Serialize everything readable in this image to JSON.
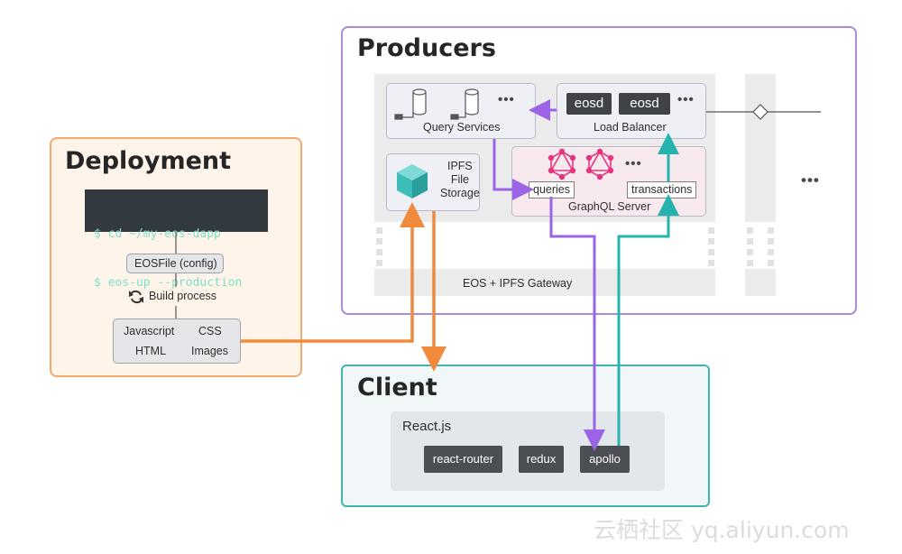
{
  "producers": {
    "title": "Producers",
    "query_services_label": "Query Services",
    "load_balancer_label": "Load Balancer",
    "eosd_labels": [
      "eosd",
      "eosd"
    ],
    "graphql_label": "GraphQL Server",
    "queries_label": "queries",
    "transactions_label": "transactions",
    "ipfs_label_lines": [
      "IPFS",
      "File",
      "Storage"
    ],
    "gateway_label": "EOS + IPFS Gateway",
    "more_dots": "•••"
  },
  "deployment": {
    "title": "Deployment",
    "terminal_lines": [
      "$ cd ~/my-eos-dapp",
      "$ eos-up --production"
    ],
    "eosfile_label": "EOSFile (config)",
    "build_label": "Build process",
    "assets": [
      "Javascript",
      "CSS",
      "HTML",
      "Images"
    ]
  },
  "client": {
    "title": "Client",
    "react_label": "React.js",
    "libs": [
      "react-router",
      "redux",
      "apollo"
    ]
  },
  "watermark": "云栖社区 yq.aliyun.com",
  "colors": {
    "producers_border": "#a98bd6",
    "deployment_border": "#f5a86b",
    "client_border": "#3fb6ad",
    "orange_arrow": "#f08a3c",
    "purple_arrow": "#9b63e6",
    "teal_arrow": "#27b3ad",
    "graphql_pink": "#e5357f"
  },
  "icons": [
    "database-icon",
    "cube-icon",
    "graphql-icon",
    "refresh-icon",
    "diamond-icon"
  ]
}
